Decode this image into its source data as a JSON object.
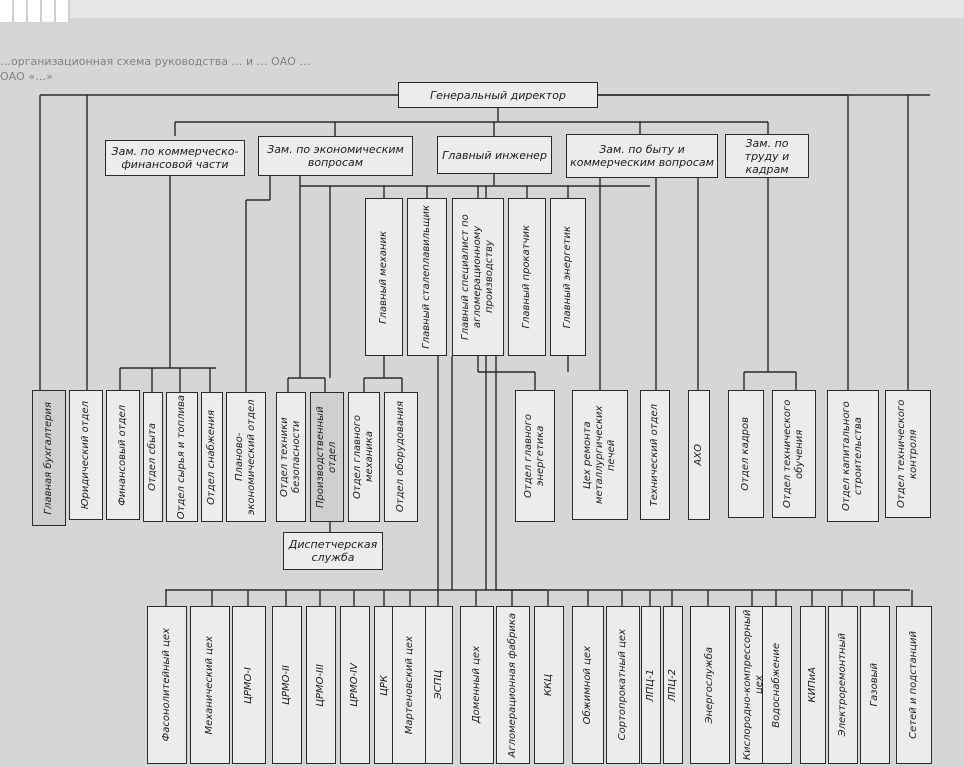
{
  "caption": {
    "line1": "…организационная схема руководства … и … ОАО …",
    "line2": "ОАО «…»"
  },
  "nodes": {
    "gen_dir": "Генеральный директор",
    "dep_fin": "Зам. по коммерческо-финансовой части",
    "dep_econ": "Зам. по экономическим вопросам",
    "chief_eng": "Главный инженер",
    "dep_life": "Зам. по быту и коммерческим вопросам",
    "dep_labor": "Зам. по труду и кадрам",
    "chief_mech": "Главный механик",
    "chief_steel": "Главный сталеплавильщик",
    "chief_agglo": "Главный специалист по агломерационному производству",
    "chief_roll": "Главный прокатчик",
    "chief_power": "Главный энергетик",
    "chief_acc": "Главная бухгалтерия",
    "legal": "Юридический отдел",
    "fin_dept": "Финансовый отдел",
    "sales": "Отдел сбыта",
    "raw": "Отдел сырья и топлива",
    "supply": "Отдел снабжения",
    "plan": "Планово-экономический отдел",
    "labor_tech": "Отдел техники безопасности",
    "prod": "Производственный отдел",
    "mech_dept": "Отдел главного механика",
    "equip": "Отдел оборудования",
    "power_dept": "Отдел главного энергетика",
    "furnace_repair": "Цех ремонта металлургических печей",
    "tech_dept": "Технический отдел",
    "aho": "АХО",
    "hr": "Отдел кадров",
    "training": "Отдел технического обучения",
    "capital": "Отдел капитального строительства",
    "tech_control": "Отдел технического контроля",
    "dispatch": "Диспетчерская служба",
    "shops": [
      "Фасонолитейный цех",
      "Механический цех",
      "ЦРМО-I",
      "ЦРМО-II",
      "ЦРМО-III",
      "ЦРМО-IV",
      "ЦРК",
      "Мартеновский цех",
      "ЭСПЦ",
      "Доменный цех",
      "Агломерационная фабрика",
      "ККЦ",
      "Обжимной цех",
      "Сортопрокатный цех",
      "ЛПЦ-1",
      "ЛПЦ-2",
      "Энергослужба",
      "Кислородно-компрессорный цех",
      "Водоснабжение",
      "КИПиА",
      "Электроремонтный",
      "Газовый",
      "Сетей и подстанций"
    ]
  }
}
